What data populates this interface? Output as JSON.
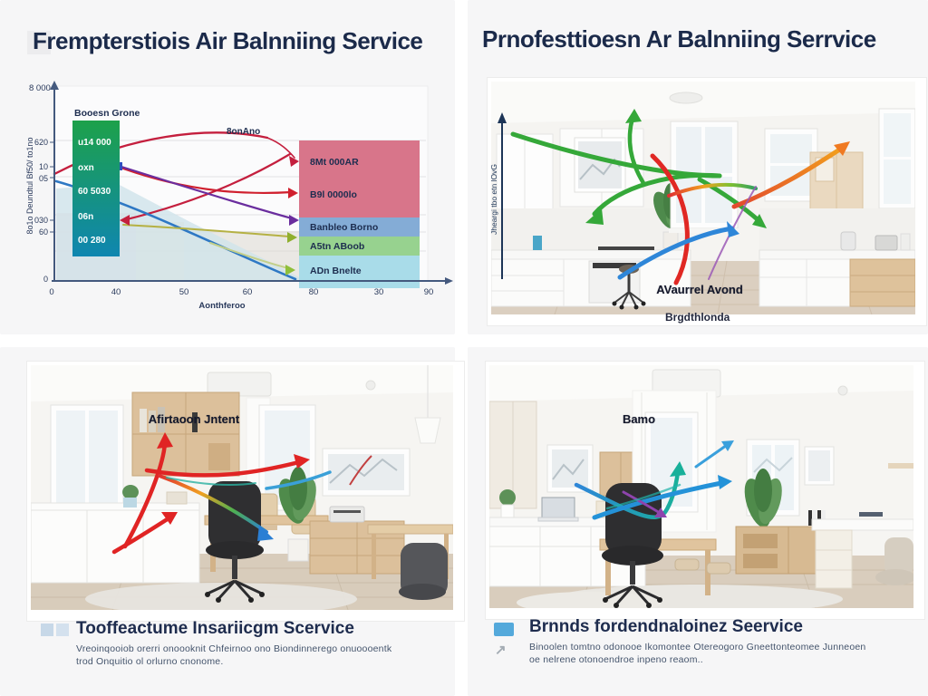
{
  "panels": {
    "top_left": {
      "title": "Frempterstiois Air Balnniing Service",
      "chart": {
        "y_axis_top_label": "8 000",
        "y_ticks": [
          "620",
          "10",
          "05",
          "030",
          "60",
          "0"
        ],
        "y_axis_label": "8o1o Deundtul Bf50/ to1no",
        "x_ticks": [
          "0",
          "40",
          "50",
          "60",
          "80",
          "30",
          "90"
        ],
        "x_axis_label": "Aonthferoo",
        "curve_label": "8onAno",
        "green_box": {
          "header": "Booesn Grone",
          "values": [
            "u14 000",
            "oxn",
            "60 5030",
            "06n",
            "00 280"
          ]
        },
        "bands": [
          "8Mt 000AR",
          "B9l 0000lo",
          "Banbleo Borno",
          "A5tn ABoob",
          "ADn Bnelte"
        ]
      }
    },
    "top_right": {
      "title": "Prnofesttioesn Ar Balnniing Serrvice",
      "axis_label": "Jheargi tbo etn lOvG",
      "photo_label": "AVaurrel Avond",
      "caption": "Brgdthlonda"
    },
    "bottom_left": {
      "photo_label": "Afirtaoon Jntent",
      "footer": {
        "heading": "Tooffeactume Insariicgm Scervice",
        "body_line1": "Vreoinqooiob orerri onoooknit Chfeirnoo ono Biondinnerego onuoooentk",
        "body_line2": "trod Onquitio ol orlurno cnonome."
      }
    },
    "bottom_right": {
      "photo_label": "Bamo",
      "footer": {
        "heading": "Brnnds fordendnaloinez Seervice",
        "body_line1": "Binoolen tomtno odonooe Ikomontee Otereogoro Gneettonteomee Junneoen",
        "body_line2": "oe nelrene otonoendroe inpeno reaom.."
      }
    }
  },
  "colors": {
    "navy_text": "#1b2a4a",
    "band_rose": "#d8758a",
    "band_blue": "#84acd6",
    "band_green": "#97d28f",
    "band_cyan": "#a9dce9",
    "box_gradient_top": "#1da14a",
    "box_gradient_bottom": "#0f86b0",
    "arrow_red": "#e02424",
    "arrow_green": "#35a839",
    "arrow_blue": "#2e86d8",
    "arrow_purple": "#8e44ad",
    "footer_square_blue": "#54a9db"
  },
  "chart_data": {
    "type": "line",
    "title": "Frempterstiois Air Balnniing Service",
    "xlabel": "Aonthferoo",
    "ylabel": "8o1o Deundtul Bf50/ to1no",
    "x_tick_labels": [
      "0",
      "40",
      "50",
      "60",
      "80",
      "30",
      "90"
    ],
    "y_tick_labels": [
      "0",
      "60",
      "030",
      "05",
      "10",
      "620",
      "8 000"
    ],
    "legend_position": "right-bands",
    "grid": true,
    "series": [
      {
        "name": "8onAno (red rising arc)",
        "color": "#c41f3e",
        "points_pct_xy": [
          [
            1,
            55
          ],
          [
            35,
            78
          ],
          [
            57,
            74
          ],
          [
            65,
            62
          ]
        ]
      },
      {
        "name": "red falling to B9l 0000lo",
        "color": "#c41f3e",
        "points_pct_xy": [
          [
            19,
            58
          ],
          [
            45,
            45
          ],
          [
            64,
            45
          ]
        ]
      },
      {
        "name": "purple falling to Banbleo Borno",
        "color": "#6a2d9e",
        "points_pct_xy": [
          [
            19,
            59
          ],
          [
            45,
            42
          ],
          [
            64,
            32
          ]
        ]
      },
      {
        "name": "blue falling",
        "color": "#2e78c4",
        "points_pct_xy": [
          [
            1,
            51
          ],
          [
            40,
            22
          ],
          [
            64,
            1
          ]
        ]
      },
      {
        "name": "olive to A5tn ABoob",
        "color": "#a8a832",
        "points_pct_xy": [
          [
            19,
            29
          ],
          [
            64,
            22
          ]
        ]
      },
      {
        "name": "olive to ADn Bnelte",
        "color": "#8fbf3a",
        "points_pct_xy": [
          [
            42,
            19
          ],
          [
            63,
            6
          ]
        ]
      }
    ],
    "right_band_labels": [
      "8Mt 000AR",
      "B9l 0000lo",
      "Banbleo Borno",
      "A5tn ABoob",
      "ADn Bnelte"
    ],
    "annotation_box": {
      "header": "Booesn Grone",
      "values": [
        "u14 000",
        "oxn",
        "60 5030",
        "06n",
        "00 280"
      ]
    }
  }
}
